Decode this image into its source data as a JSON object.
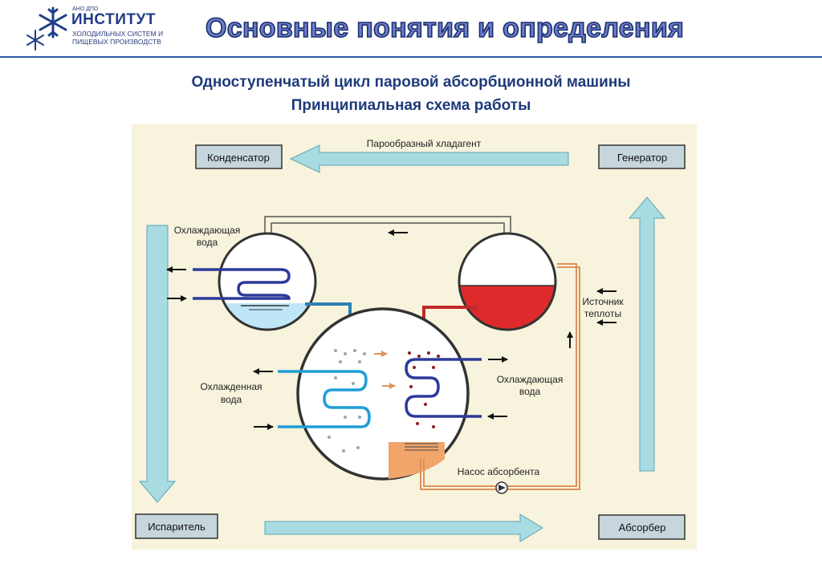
{
  "logo": {
    "small_text": "АНО ДПО",
    "main_text": "ИНСТИТУТ",
    "sub_line1": "ХОЛОДИЛЬНЫХ СИСТЕМ И",
    "sub_line2": "ПИЩЕВЫХ ПРОИЗВОДСТВ",
    "icon": "snowflake-icon"
  },
  "header": {
    "title": "Основные понятия и определения"
  },
  "subtitle": {
    "line1": "Одноступенчатый цикл паровой абсорбционной машины",
    "line2": "Принципиальная схема работы"
  },
  "diagram": {
    "boxes": {
      "condenser": "Конденсатор",
      "generator": "Генератор",
      "evaporator": "Испаритель",
      "absorber": "Абсорбер"
    },
    "labels": {
      "vapor_refrigerant": "Парообразный хладагент",
      "cooling_water_top_line1": "Охлаждающая",
      "cooling_water_top_line2": "вода",
      "heat_source_line1": "Источник",
      "heat_source_line2": "теплоты",
      "chilled_water_line1": "Охлажденная",
      "chilled_water_line2": "вода",
      "cooling_water_right_line1": "Охлаждающая",
      "cooling_water_right_line2": "вода",
      "absorbent_pump": "Насос абсорбента"
    },
    "colors": {
      "background": "#f7f3dc",
      "flow_arrow": "#a9dbe2",
      "box": "#c6d6dc",
      "coil": "#2c3a9a",
      "chilled_coil": "#1e9ed6",
      "water": "#bfe6f7",
      "solution": "#dd2a2a",
      "absorbent": "#f0a56a"
    }
  }
}
